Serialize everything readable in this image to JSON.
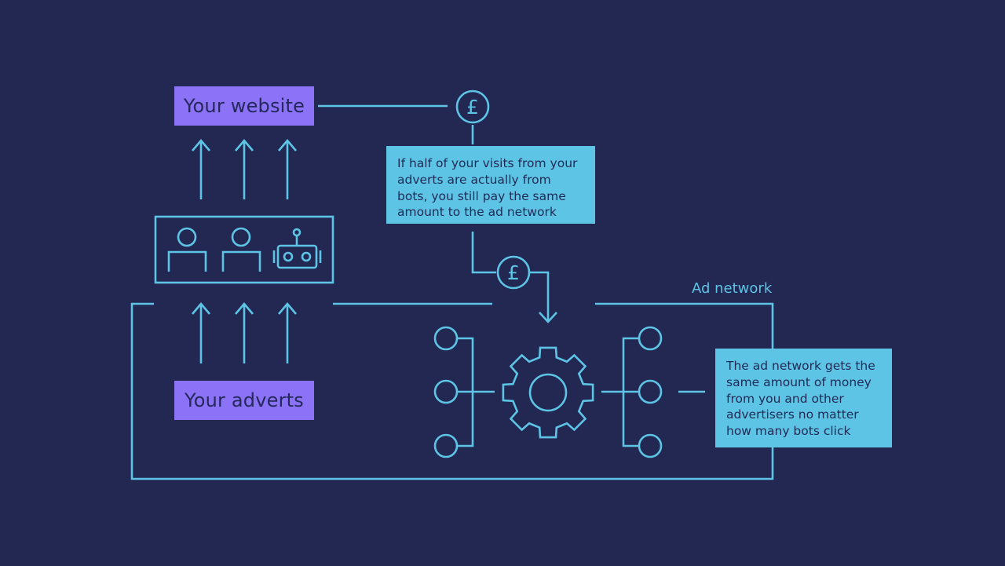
{
  "labels": {
    "website": "Your website",
    "adverts": "Your adverts",
    "ad_network": "Ad network"
  },
  "notes": {
    "bots_payment": "If half of your visits from your adverts are actually from bots, you still pay the same amount to the ad network",
    "network_money": "The ad network gets the same amount of money from you and other advertisers no matter how many bots click"
  },
  "icons": {
    "currency_symbol": "£",
    "humans": [
      "person-icon",
      "person-icon"
    ],
    "bot": "robot-icon",
    "hub": "gear-icon"
  },
  "colors": {
    "background": "#222852",
    "line": "#5ec4e6",
    "label_box": "#8b72f7",
    "note_box": "#5ec4e6"
  }
}
